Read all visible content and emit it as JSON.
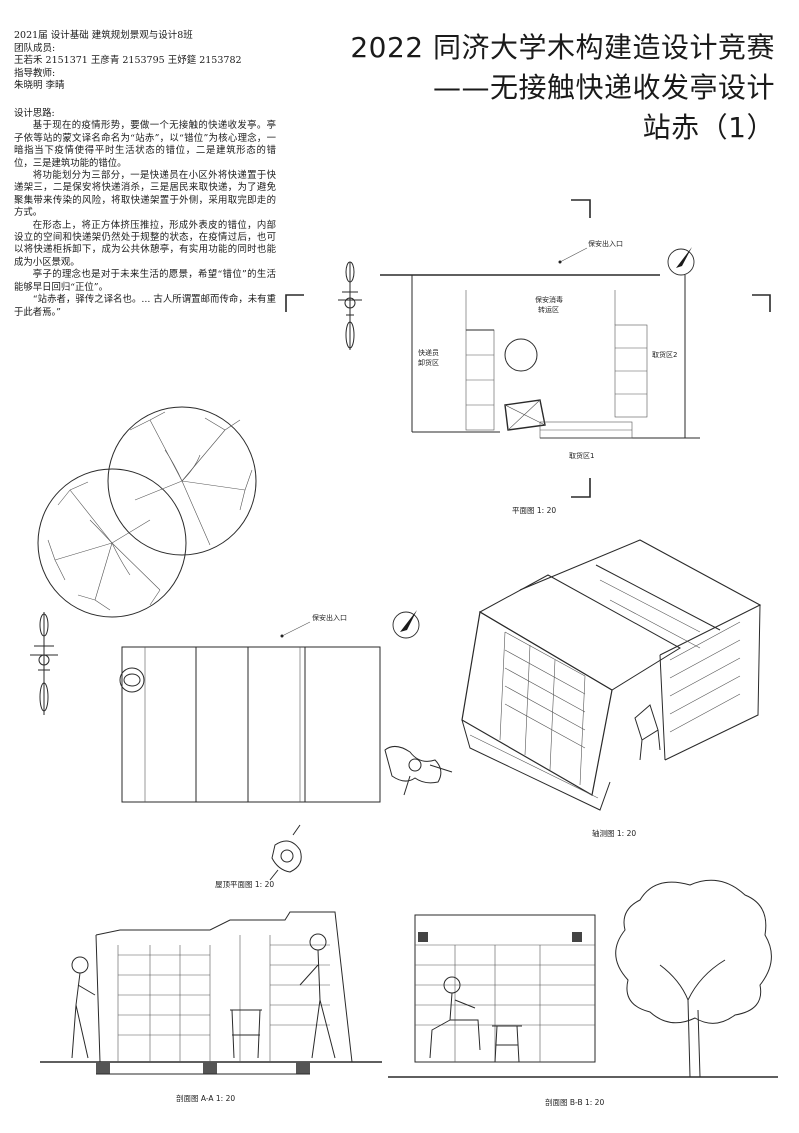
{
  "meta": {
    "line1": "2021届 设计基础 建筑规划景观与设计8班",
    "team_label": "团队成员:",
    "members": "王若禾 2151371 王彦青 2153795 王妤筵 2153782",
    "advisor_label": "指导教师:",
    "advisors": "朱晓明 李晴"
  },
  "title": {
    "line1": "2022 同济大学木构建造设计竞赛",
    "line2": "——无接触快递收发亭设计",
    "line3": "站赤（1）"
  },
  "idea": {
    "heading": "设计思路:",
    "p1": "基于现在的疫情形势，要做一个无接触的快递收发亭。亭子依等站的蒙文译名命名为“站赤”，以“错位”为核心理念，一暗指当下疫情使得平时生活状态的错位，二是建筑形态的错位，三是建筑功能的错位。",
    "p2": "将功能划分为三部分，一是快递员在小区外将快递置于快递架三，二是保安将快递消杀，三是居民来取快递，为了避免聚集带来传染的风险，将取快递架置于外侧，采用取完即走的方式。",
    "p3": "在形态上，将正方体挤压推拉，形成外表皮的错位，内部设立的空间和快递架仍然处于规整的状态，在疫情过后，也可以将快递柜拆卸下，成为公共休憩亭，有实用功能的同时也能成为小区景观。",
    "p4": "亭子的理念也是对于未来生活的愿景，希望“错位”的生活能够早日回归“正位”。",
    "p5": "“站赤者，驿传之译名也。... 古人所谓置邮而传命，未有重于此者焉。”"
  },
  "plan": {
    "entry_label": "保安出入口",
    "center_label_1": "保安消毒",
    "center_label_2": "转运区",
    "left_label_1": "快递员",
    "left_label_2": "卸货区",
    "right_label": "取货区2",
    "bottom_label": "取货区1",
    "caption": "平面图 1: 20"
  },
  "roof_plan": {
    "entry_label": "保安出入口",
    "caption": "屋顶平面图 1: 20"
  },
  "axon": {
    "caption": "轴测图 1: 20"
  },
  "section_aa": {
    "caption": "剖面图 A-A 1: 20"
  },
  "section_bb": {
    "caption": "剖面图 B-B 1: 20"
  },
  "colors": {
    "ink": "#1a1a1a",
    "line": "#2a2a2a",
    "paper": "#ffffff"
  }
}
